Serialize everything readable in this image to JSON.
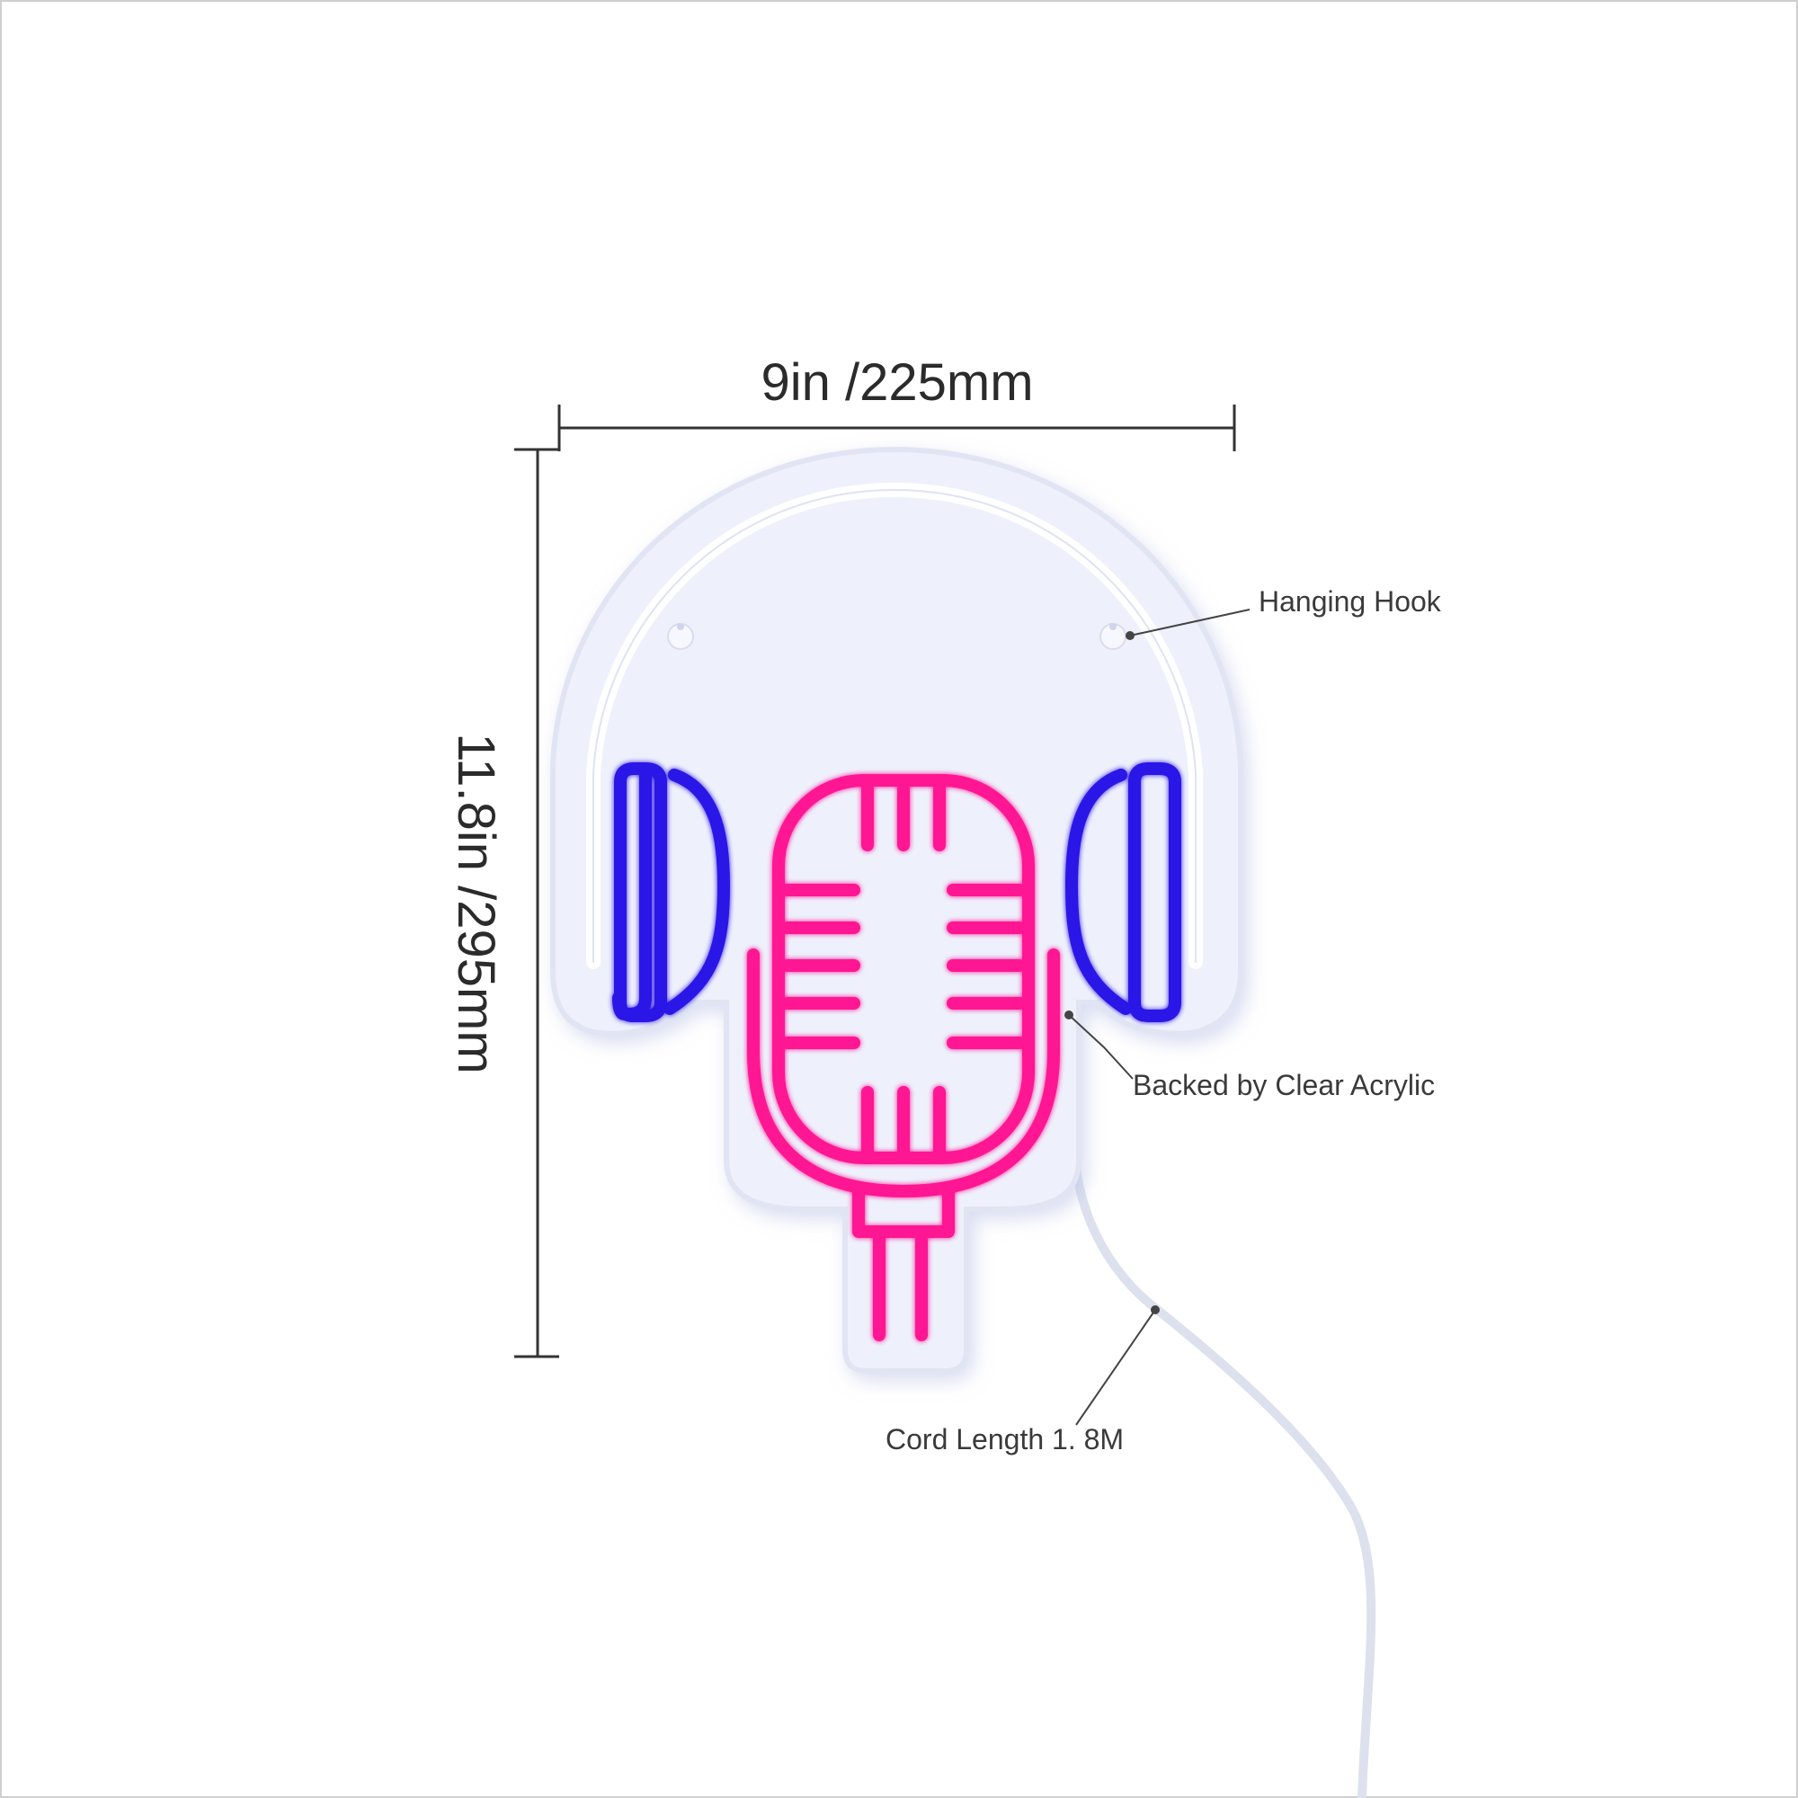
{
  "dimensions": {
    "width_label": "9in /225mm",
    "height_label": "11.8in /295mm"
  },
  "callouts": {
    "hanging_hook": "Hanging Hook",
    "backing": "Backed by Clear Acrylic",
    "cord_length": "Cord Length 1. 8M"
  },
  "colors": {
    "pink_neon": "#ff1493",
    "blue_neon": "#2a14e6",
    "acrylic_fill": "#eef1fc",
    "acrylic_edge": "#e1e5f3",
    "dimension_line": "#333333",
    "cord": "#dde1ee"
  },
  "icons": {
    "headphones": "headphones-neon-icon",
    "microphone": "microphone-neon-icon"
  }
}
